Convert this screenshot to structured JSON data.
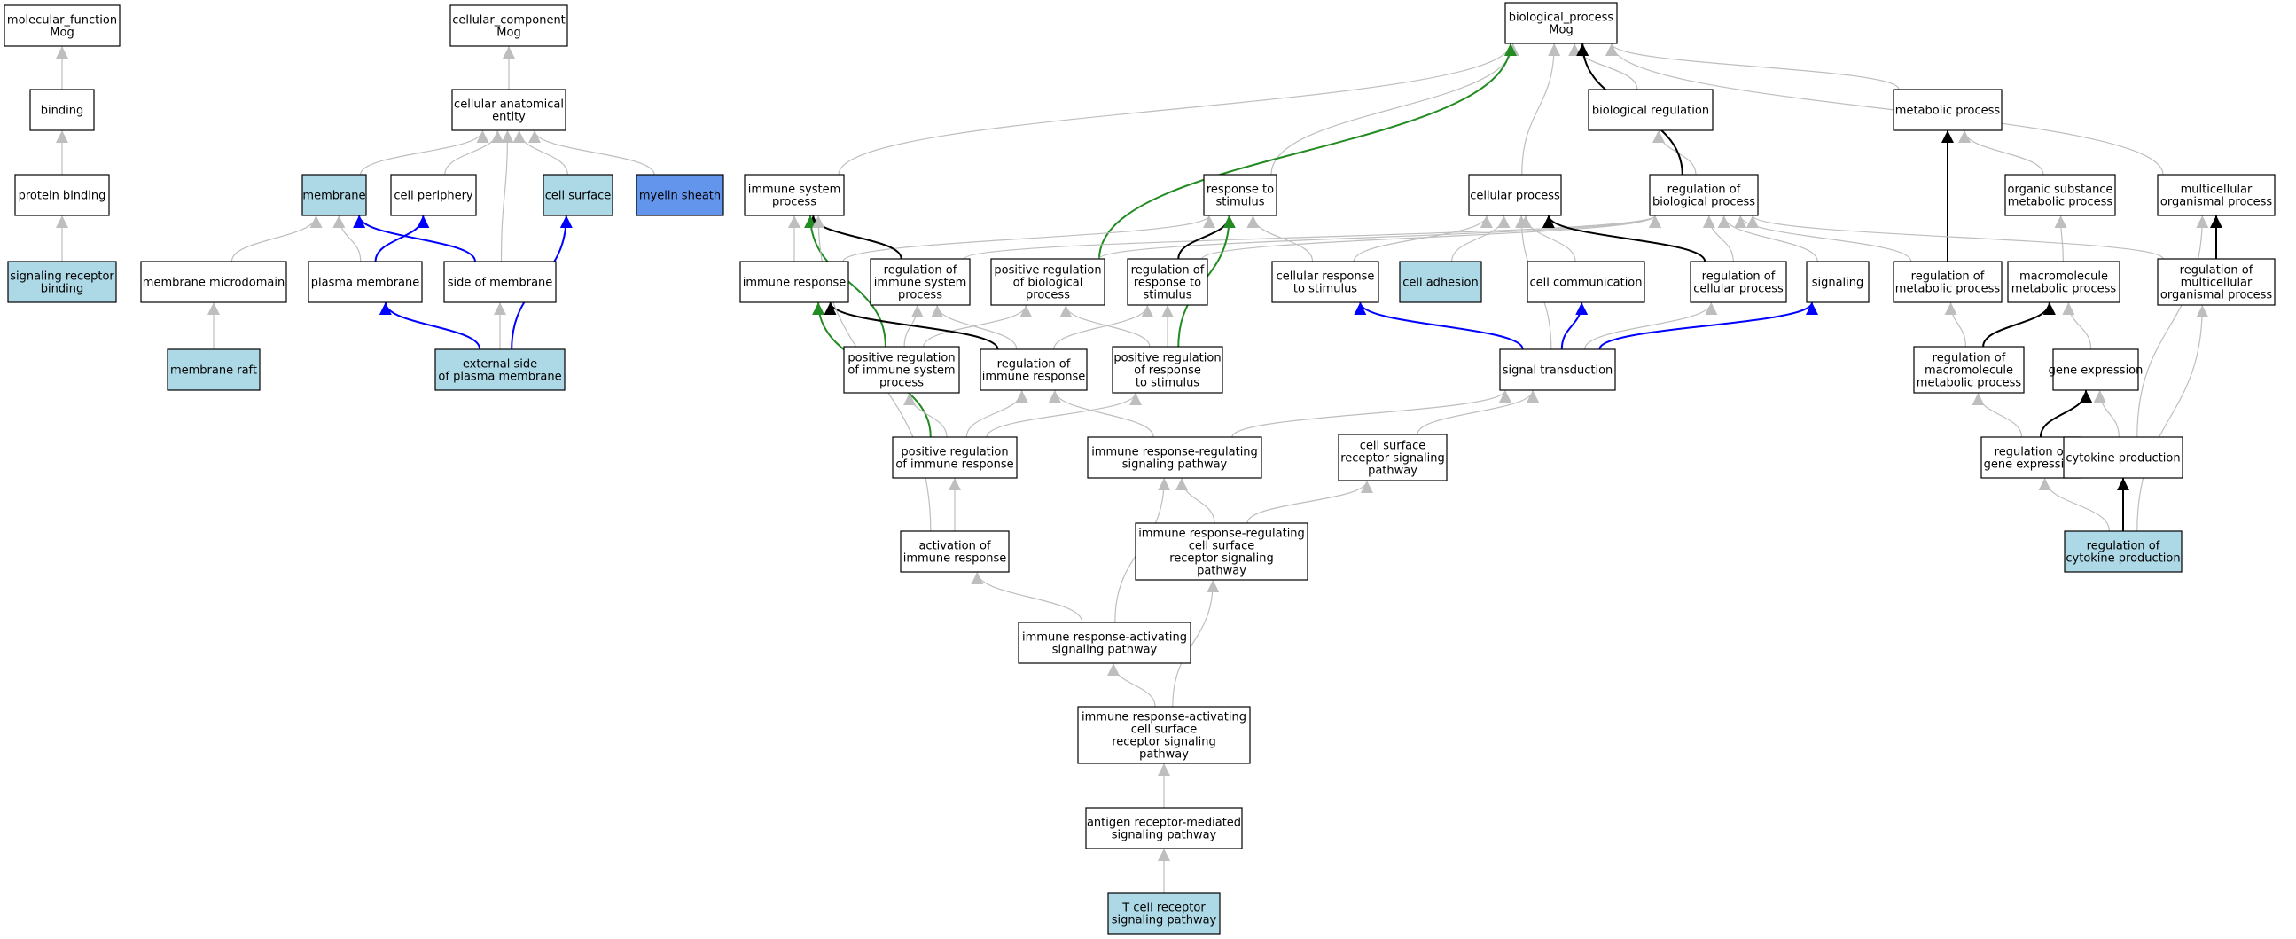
{
  "colors": {
    "node_fill": "#ffffff",
    "node_highlight": "#add8e6",
    "node_selected": "#6495ed",
    "node_border": "#000000",
    "edge_is_a": "#bebebe",
    "edge_part_of": "#0000ff",
    "edge_regulates": "#000000",
    "edge_pos_regulates": "#228b22"
  },
  "nodes": [
    {
      "id": "mf_root",
      "label": "molecular_function\nMog",
      "fill": "white"
    },
    {
      "id": "binding",
      "label": "binding",
      "fill": "white"
    },
    {
      "id": "protein_binding",
      "label": "protein binding",
      "fill": "white"
    },
    {
      "id": "sig_rec_binding",
      "label": "signaling receptor\nbinding",
      "fill": "highlight"
    },
    {
      "id": "cc_root",
      "label": "cellular_component\nMog",
      "fill": "white"
    },
    {
      "id": "cae",
      "label": "cellular anatomical\nentity",
      "fill": "white"
    },
    {
      "id": "membrane",
      "label": "membrane",
      "fill": "highlight"
    },
    {
      "id": "cell_periphery",
      "label": "cell periphery",
      "fill": "white"
    },
    {
      "id": "cell_surface",
      "label": "cell surface",
      "fill": "highlight"
    },
    {
      "id": "myelin_sheath",
      "label": "myelin sheath",
      "fill": "selected"
    },
    {
      "id": "membrane_microdomain",
      "label": "membrane microdomain",
      "fill": "white"
    },
    {
      "id": "plasma_membrane",
      "label": "plasma membrane",
      "fill": "white"
    },
    {
      "id": "side_of_membrane",
      "label": "side of membrane",
      "fill": "white"
    },
    {
      "id": "membrane_raft",
      "label": "membrane raft",
      "fill": "highlight"
    },
    {
      "id": "external_side_pm",
      "label": "external side\nof plasma membrane",
      "fill": "highlight"
    },
    {
      "id": "bp_root",
      "label": "biological_process\nMog",
      "fill": "white"
    },
    {
      "id": "biological_regulation",
      "label": "biological regulation",
      "fill": "white"
    },
    {
      "id": "metabolic_process",
      "label": "metabolic process",
      "fill": "white"
    },
    {
      "id": "immune_system_process",
      "label": "immune system\nprocess",
      "fill": "white"
    },
    {
      "id": "response_to_stimulus",
      "label": "response to\nstimulus",
      "fill": "white"
    },
    {
      "id": "cellular_process",
      "label": "cellular process",
      "fill": "white"
    },
    {
      "id": "reg_bio_process",
      "label": "regulation of\nbiological process",
      "fill": "white"
    },
    {
      "id": "organic_subst_mp",
      "label": "organic substance\nmetabolic process",
      "fill": "white"
    },
    {
      "id": "multicell_org_process",
      "label": "multicellular\norganismal process",
      "fill": "white"
    },
    {
      "id": "immune_response",
      "label": "immune response",
      "fill": "white"
    },
    {
      "id": "reg_immune_sys_proc",
      "label": "regulation of\nimmune system\nprocess",
      "fill": "white"
    },
    {
      "id": "pos_reg_bio_proc",
      "label": "positive regulation\nof biological\nprocess",
      "fill": "white"
    },
    {
      "id": "reg_resp_stim",
      "label": "regulation of\nresponse to\nstimulus",
      "fill": "white"
    },
    {
      "id": "cell_resp_stim",
      "label": "cellular response\nto stimulus",
      "fill": "white"
    },
    {
      "id": "cell_adhesion",
      "label": "cell adhesion",
      "fill": "highlight"
    },
    {
      "id": "cell_communication",
      "label": "cell communication",
      "fill": "white"
    },
    {
      "id": "reg_cell_proc",
      "label": "regulation of\ncellular process",
      "fill": "white"
    },
    {
      "id": "signaling",
      "label": "signaling",
      "fill": "white"
    },
    {
      "id": "reg_metabolic_proc",
      "label": "regulation of\nmetabolic process",
      "fill": "white"
    },
    {
      "id": "macromolecule_mp",
      "label": "macromolecule\nmetabolic process",
      "fill": "white"
    },
    {
      "id": "reg_multicell_org_proc",
      "label": "regulation of\nmulticellular\norganismal process",
      "fill": "white"
    },
    {
      "id": "pos_reg_immune_sys_proc",
      "label": "positive regulation\nof immune system\nprocess",
      "fill": "white"
    },
    {
      "id": "reg_immune_response",
      "label": "regulation of\nimmune response",
      "fill": "white"
    },
    {
      "id": "pos_reg_resp_stim",
      "label": "positive regulation\nof response\nto stimulus",
      "fill": "white"
    },
    {
      "id": "signal_transduction",
      "label": "signal transduction",
      "fill": "white"
    },
    {
      "id": "reg_macromolecule_mp",
      "label": "regulation of\nmacromolecule\nmetabolic process",
      "fill": "white"
    },
    {
      "id": "gene_expression",
      "label": "gene expression",
      "fill": "white"
    },
    {
      "id": "pos_reg_immune_response",
      "label": "positive regulation\nof immune response",
      "fill": "white"
    },
    {
      "id": "ir_reg_sig_pathway",
      "label": "immune response-regulating\nsignaling pathway",
      "fill": "white"
    },
    {
      "id": "cs_rec_sig_pathway",
      "label": "cell surface\nreceptor signaling\npathway",
      "fill": "white"
    },
    {
      "id": "reg_gene_expression",
      "label": "regulation of\ngene expression",
      "fill": "white"
    },
    {
      "id": "cytokine_production",
      "label": "cytokine production",
      "fill": "white"
    },
    {
      "id": "activation_immune_response",
      "label": "activation of\nimmune response",
      "fill": "white"
    },
    {
      "id": "ir_reg_cs_rec_sig_pathway",
      "label": "immune response-regulating\ncell surface\nreceptor signaling\npathway",
      "fill": "white"
    },
    {
      "id": "reg_cytokine_production",
      "label": "regulation of\ncytokine production",
      "fill": "highlight"
    },
    {
      "id": "ir_act_sig_pathway",
      "label": "immune response-activating\nsignaling pathway",
      "fill": "white"
    },
    {
      "id": "ir_act_cs_rec_sig_pathway",
      "label": "immune response-activating\ncell surface\nreceptor signaling\npathway",
      "fill": "white"
    },
    {
      "id": "antigen_rec_sig_pathway",
      "label": "antigen receptor-mediated\nsignaling pathway",
      "fill": "white"
    },
    {
      "id": "tcr_sig_pathway",
      "label": "T cell receptor\nsignaling pathway",
      "fill": "highlight"
    }
  ],
  "edges": [
    {
      "from": "binding",
      "to": "mf_root",
      "type": "is_a"
    },
    {
      "from": "protein_binding",
      "to": "binding",
      "type": "is_a"
    },
    {
      "from": "sig_rec_binding",
      "to": "protein_binding",
      "type": "is_a"
    },
    {
      "from": "cae",
      "to": "cc_root",
      "type": "is_a"
    },
    {
      "from": "membrane",
      "to": "cae",
      "type": "is_a"
    },
    {
      "from": "cell_periphery",
      "to": "cae",
      "type": "is_a"
    },
    {
      "from": "cell_surface",
      "to": "cae",
      "type": "is_a"
    },
    {
      "from": "myelin_sheath",
      "to": "cae",
      "type": "is_a"
    },
    {
      "from": "side_of_membrane",
      "to": "cae",
      "type": "is_a"
    },
    {
      "from": "membrane_microdomain",
      "to": "membrane",
      "type": "is_a"
    },
    {
      "from": "plasma_membrane",
      "to": "membrane",
      "type": "is_a"
    },
    {
      "from": "plasma_membrane",
      "to": "cell_periphery",
      "type": "part_of"
    },
    {
      "from": "side_of_membrane",
      "to": "membrane",
      "type": "part_of"
    },
    {
      "from": "membrane_raft",
      "to": "membrane_microdomain",
      "type": "is_a"
    },
    {
      "from": "external_side_pm",
      "to": "side_of_membrane",
      "type": "is_a"
    },
    {
      "from": "external_side_pm",
      "to": "plasma_membrane",
      "type": "part_of"
    },
    {
      "from": "external_side_pm",
      "to": "cell_surface",
      "type": "part_of"
    },
    {
      "from": "biological_regulation",
      "to": "bp_root",
      "type": "is_a"
    },
    {
      "from": "metabolic_process",
      "to": "bp_root",
      "type": "is_a"
    },
    {
      "from": "immune_system_process",
      "to": "bp_root",
      "type": "is_a"
    },
    {
      "from": "response_to_stimulus",
      "to": "bp_root",
      "type": "is_a"
    },
    {
      "from": "cellular_process",
      "to": "bp_root",
      "type": "is_a"
    },
    {
      "from": "multicell_org_process",
      "to": "bp_root",
      "type": "is_a"
    },
    {
      "from": "reg_bio_process",
      "to": "biological_regulation",
      "type": "is_a"
    },
    {
      "from": "reg_bio_process",
      "to": "bp_root",
      "type": "regulates"
    },
    {
      "from": "organic_subst_mp",
      "to": "metabolic_process",
      "type": "is_a"
    },
    {
      "from": "pos_reg_bio_proc",
      "to": "bp_root",
      "type": "positively_regulates"
    },
    {
      "from": "pos_reg_bio_proc",
      "to": "reg_bio_process",
      "type": "is_a"
    },
    {
      "from": "immune_response",
      "to": "immune_system_process",
      "type": "is_a"
    },
    {
      "from": "immune_response",
      "to": "response_to_stimulus",
      "type": "is_a"
    },
    {
      "from": "reg_immune_sys_proc",
      "to": "immune_system_process",
      "type": "regulates"
    },
    {
      "from": "reg_immune_sys_proc",
      "to": "reg_bio_process",
      "type": "is_a"
    },
    {
      "from": "reg_resp_stim",
      "to": "response_to_stimulus",
      "type": "regulates"
    },
    {
      "from": "reg_resp_stim",
      "to": "reg_bio_process",
      "type": "is_a"
    },
    {
      "from": "cell_resp_stim",
      "to": "response_to_stimulus",
      "type": "is_a"
    },
    {
      "from": "cell_resp_stim",
      "to": "cellular_process",
      "type": "is_a"
    },
    {
      "from": "cell_adhesion",
      "to": "cellular_process",
      "type": "is_a"
    },
    {
      "from": "cell_communication",
      "to": "cellular_process",
      "type": "is_a"
    },
    {
      "from": "reg_cell_proc",
      "to": "cellular_process",
      "type": "regulates"
    },
    {
      "from": "reg_cell_proc",
      "to": "reg_bio_process",
      "type": "is_a"
    },
    {
      "from": "signaling",
      "to": "reg_bio_process",
      "type": "is_a"
    },
    {
      "from": "reg_metabolic_proc",
      "to": "metabolic_process",
      "type": "regulates"
    },
    {
      "from": "reg_metabolic_proc",
      "to": "reg_bio_process",
      "type": "is_a"
    },
    {
      "from": "macromolecule_mp",
      "to": "organic_subst_mp",
      "type": "is_a"
    },
    {
      "from": "reg_multicell_org_proc",
      "to": "multicell_org_process",
      "type": "regulates"
    },
    {
      "from": "reg_multicell_org_proc",
      "to": "reg_bio_process",
      "type": "is_a"
    },
    {
      "from": "pos_reg_immune_sys_proc",
      "to": "immune_system_process",
      "type": "positively_regulates"
    },
    {
      "from": "pos_reg_immune_sys_proc",
      "to": "reg_immune_sys_proc",
      "type": "is_a"
    },
    {
      "from": "pos_reg_immune_sys_proc",
      "to": "pos_reg_bio_proc",
      "type": "is_a"
    },
    {
      "from": "reg_immune_response",
      "to": "immune_response",
      "type": "regulates"
    },
    {
      "from": "reg_immune_response",
      "to": "reg_immune_sys_proc",
      "type": "is_a"
    },
    {
      "from": "reg_immune_response",
      "to": "reg_resp_stim",
      "type": "is_a"
    },
    {
      "from": "pos_reg_resp_stim",
      "to": "response_to_stimulus",
      "type": "positively_regulates"
    },
    {
      "from": "pos_reg_resp_stim",
      "to": "reg_resp_stim",
      "type": "is_a"
    },
    {
      "from": "pos_reg_resp_stim",
      "to": "pos_reg_bio_proc",
      "type": "is_a"
    },
    {
      "from": "signal_transduction",
      "to": "cellular_process",
      "type": "is_a"
    },
    {
      "from": "signal_transduction",
      "to": "cell_resp_stim",
      "type": "part_of"
    },
    {
      "from": "signal_transduction",
      "to": "cell_communication",
      "type": "part_of"
    },
    {
      "from": "signal_transduction",
      "to": "signaling",
      "type": "part_of"
    },
    {
      "from": "signal_transduction",
      "to": "reg_cell_proc",
      "type": "is_a"
    },
    {
      "from": "reg_macromolecule_mp",
      "to": "reg_metabolic_proc",
      "type": "is_a"
    },
    {
      "from": "reg_macromolecule_mp",
      "to": "macromolecule_mp",
      "type": "regulates"
    },
    {
      "from": "gene_expression",
      "to": "macromolecule_mp",
      "type": "is_a"
    },
    {
      "from": "pos_reg_immune_response",
      "to": "immune_response",
      "type": "positively_regulates"
    },
    {
      "from": "pos_reg_immune_response",
      "to": "pos_reg_immune_sys_proc",
      "type": "is_a"
    },
    {
      "from": "pos_reg_immune_response",
      "to": "reg_immune_response",
      "type": "is_a"
    },
    {
      "from": "pos_reg_immune_response",
      "to": "pos_reg_resp_stim",
      "type": "is_a"
    },
    {
      "from": "ir_reg_sig_pathway",
      "to": "reg_immune_response",
      "type": "is_a"
    },
    {
      "from": "ir_reg_sig_pathway",
      "to": "signal_transduction",
      "type": "is_a"
    },
    {
      "from": "cs_rec_sig_pathway",
      "to": "signal_transduction",
      "type": "is_a"
    },
    {
      "from": "reg_gene_expression",
      "to": "gene_expression",
      "type": "regulates"
    },
    {
      "from": "reg_gene_expression",
      "to": "reg_macromolecule_mp",
      "type": "is_a"
    },
    {
      "from": "cytokine_production",
      "to": "gene_expression",
      "type": "is_a"
    },
    {
      "from": "cytokine_production",
      "to": "multicell_org_process",
      "type": "is_a"
    },
    {
      "from": "activation_immune_response",
      "to": "pos_reg_immune_response",
      "type": "is_a"
    },
    {
      "from": "activation_immune_response",
      "to": "immune_system_process",
      "type": "is_a"
    },
    {
      "from": "ir_reg_cs_rec_sig_pathway",
      "to": "ir_reg_sig_pathway",
      "type": "is_a"
    },
    {
      "from": "ir_reg_cs_rec_sig_pathway",
      "to": "cs_rec_sig_pathway",
      "type": "is_a"
    },
    {
      "from": "reg_cytokine_production",
      "to": "cytokine_production",
      "type": "regulates"
    },
    {
      "from": "reg_cytokine_production",
      "to": "reg_gene_expression",
      "type": "is_a"
    },
    {
      "from": "reg_cytokine_production",
      "to": "reg_multicell_org_proc",
      "type": "is_a"
    },
    {
      "from": "ir_act_sig_pathway",
      "to": "activation_immune_response",
      "type": "is_a"
    },
    {
      "from": "ir_act_sig_pathway",
      "to": "ir_reg_sig_pathway",
      "type": "is_a"
    },
    {
      "from": "ir_act_cs_rec_sig_pathway",
      "to": "ir_act_sig_pathway",
      "type": "is_a"
    },
    {
      "from": "ir_act_cs_rec_sig_pathway",
      "to": "ir_reg_cs_rec_sig_pathway",
      "type": "is_a"
    },
    {
      "from": "antigen_rec_sig_pathway",
      "to": "ir_act_cs_rec_sig_pathway",
      "type": "is_a"
    },
    {
      "from": "tcr_sig_pathway",
      "to": "antigen_rec_sig_pathway",
      "type": "is_a"
    }
  ]
}
